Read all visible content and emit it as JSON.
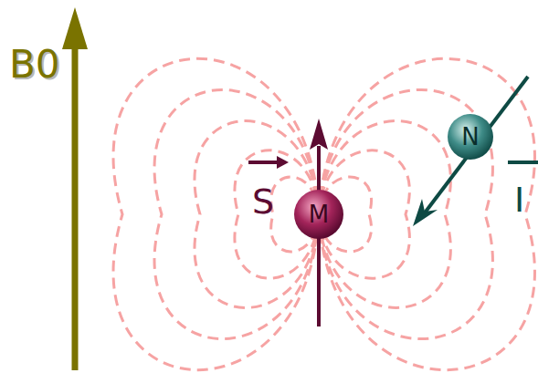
{
  "diagram": {
    "nodes": [
      {
        "text": [
          "M"
        ]
      },
      {
        "text": [
          "N"
        ]
      }
    ],
    "labels": [
      "B0",
      "S",
      "I"
    ]
  }
}
